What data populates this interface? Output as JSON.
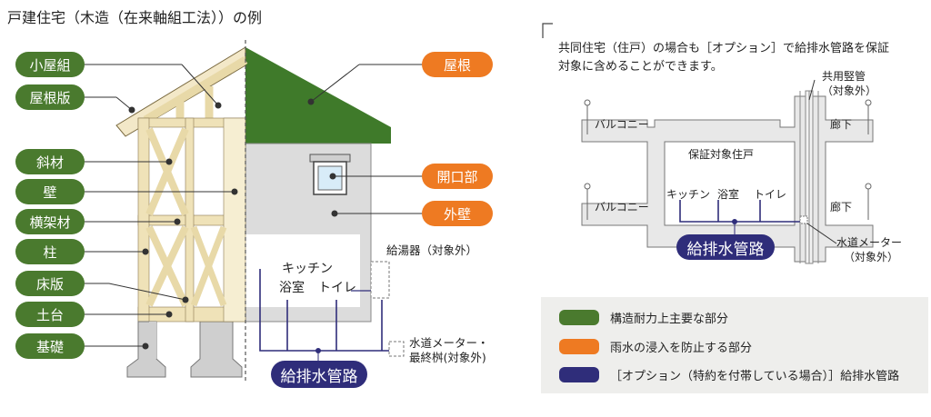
{
  "title": "戸建住宅（木造（在来軸組工法））の例",
  "left_labels": [
    "小屋組",
    "屋根版",
    "斜材",
    "壁",
    "横架材",
    "柱",
    "床版",
    "土台",
    "基礎"
  ],
  "right_labels": [
    "屋根",
    "開口部",
    "外壁"
  ],
  "rooms": {
    "kitchen": "キッチン",
    "bath": "浴室",
    "toilet": "トイレ"
  },
  "water_heater": "給湯器（対象外）",
  "meter_note_1": "水道メーター・",
  "meter_note_2": "最終桝(対象外)",
  "pipe_label": "給排水管路",
  "right_title_1": "共同住宅（住戸）の場合も［オプション］で給排水管路を保証",
  "right_title_2": "対象に含めることができます。",
  "shared_pipe_1": "共用竪管",
  "shared_pipe_2": "（対象外）",
  "balcony": "バルコニー",
  "corridor": "廊下",
  "unit": "保証対象住戸",
  "plan_rooms": [
    "キッチン",
    "浴室",
    "トイレ"
  ],
  "meter2_1": "水道メーター",
  "meter2_2": "（対象外）",
  "legend": [
    {
      "label": "構造耐力上主要な部分",
      "color": "#4a7a2e"
    },
    {
      "label": "雨水の浸入を防止する部分",
      "color": "#ee7a22"
    },
    {
      "label": "［オプション（特約を付帯している場合）］給排水管路",
      "color": "#2f2d7a"
    }
  ]
}
